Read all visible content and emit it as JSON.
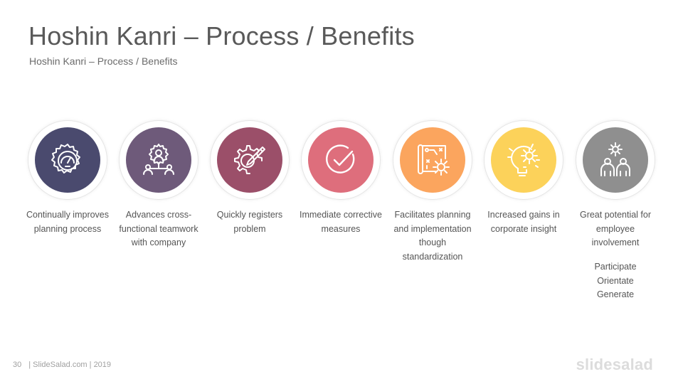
{
  "title": "Hoshin Kanri – Process / Benefits",
  "subtitle": "Hoshin Kanri – Process / Benefits",
  "items": [
    {
      "label": "Continually improves planning process",
      "color": "#4a4a6e",
      "icon": "speedometer-gear-icon"
    },
    {
      "label": "Advances cross-functional teamwork with company",
      "color": "#6e5a7a",
      "icon": "team-network-icon"
    },
    {
      "label": "Quickly registers problem",
      "color": "#9b4f69",
      "icon": "gear-pencil-icon"
    },
    {
      "label": "Immediate corrective measures",
      "color": "#de6e7c",
      "icon": "check-circle-icon"
    },
    {
      "label": "Facilitates planning and implementation though standardization",
      "color": "#fba55e",
      "icon": "strategy-plan-icon"
    },
    {
      "label": "Increased gains in corporate insight",
      "color": "#fcd25a",
      "icon": "lightbulb-gear-icon"
    },
    {
      "label": "Great potential for employee involvement",
      "color": "#8f8f8f",
      "icon": "people-gear-icon",
      "sub_items": [
        "Participate",
        "Orientate",
        "Generate"
      ]
    }
  ],
  "footer": {
    "page_number": "30",
    "text": "| SlideSalad.com | 2019"
  },
  "brand": "slidesalad"
}
